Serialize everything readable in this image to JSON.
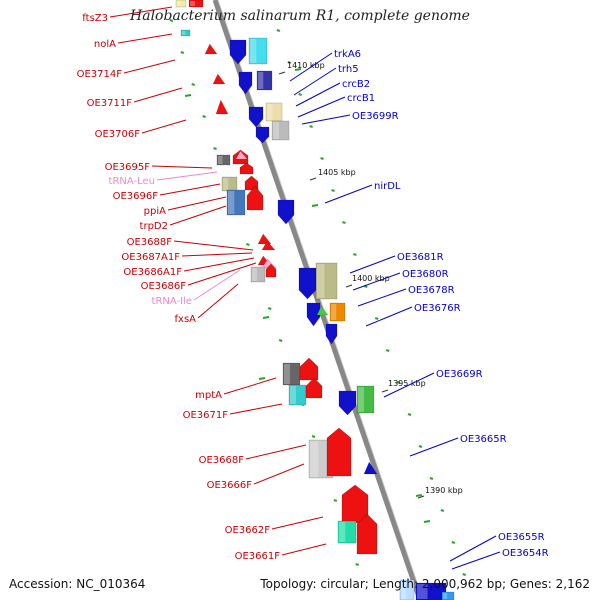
{
  "title": "Halobacterium salinarum R1, complete genome",
  "footer": {
    "accession": "Accession: NC_010364",
    "topology": "Topology: circular; Length: 2,000,962 bp; Genes: 2,162"
  },
  "colors": {
    "forward_strand_label": "#cc0000",
    "reverse_strand_label": "#0000cc",
    "trna_label": "#ee88cc",
    "backbone": "#888888",
    "tick_dash": "#22aa22"
  },
  "scale_markers": [
    "1410 kbp",
    "1405 kbp",
    "1400 kbp",
    "1395 kbp",
    "1390 kbp"
  ],
  "left_labels": [
    {
      "text": "ftsZ3",
      "kind": "gene"
    },
    {
      "text": "nolA",
      "kind": "gene"
    },
    {
      "text": "OE3714F",
      "kind": "gene"
    },
    {
      "text": "OE3711F",
      "kind": "gene"
    },
    {
      "text": "OE3706F",
      "kind": "gene"
    },
    {
      "text": "OE3695F",
      "kind": "gene"
    },
    {
      "text": "tRNA-Leu",
      "kind": "trna"
    },
    {
      "text": "OE3696F",
      "kind": "gene"
    },
    {
      "text": "ppiA",
      "kind": "gene"
    },
    {
      "text": "trpD2",
      "kind": "gene"
    },
    {
      "text": "OE3688F",
      "kind": "gene"
    },
    {
      "text": "OE3687A1F",
      "kind": "gene"
    },
    {
      "text": "OE3686A1F",
      "kind": "gene"
    },
    {
      "text": "OE3686F",
      "kind": "gene"
    },
    {
      "text": "tRNA-Ile",
      "kind": "trna"
    },
    {
      "text": "fxsA",
      "kind": "gene"
    },
    {
      "text": "mptA",
      "kind": "gene"
    },
    {
      "text": "OE3671F",
      "kind": "gene"
    },
    {
      "text": "OE3668F",
      "kind": "gene"
    },
    {
      "text": "OE3666F",
      "kind": "gene"
    },
    {
      "text": "OE3662F",
      "kind": "gene"
    },
    {
      "text": "OE3661F",
      "kind": "gene"
    }
  ],
  "right_labels": [
    {
      "text": "trkA6"
    },
    {
      "text": "trh5"
    },
    {
      "text": "crcB2"
    },
    {
      "text": "crcB1"
    },
    {
      "text": "OE3699R"
    },
    {
      "text": "nirDL"
    },
    {
      "text": "OE3681R"
    },
    {
      "text": "OE3680R"
    },
    {
      "text": "OE3678R"
    },
    {
      "text": "OE3676R"
    },
    {
      "text": "OE3669R"
    },
    {
      "text": "OE3665R"
    },
    {
      "text": "OE3655R"
    },
    {
      "text": "OE3654R"
    }
  ]
}
